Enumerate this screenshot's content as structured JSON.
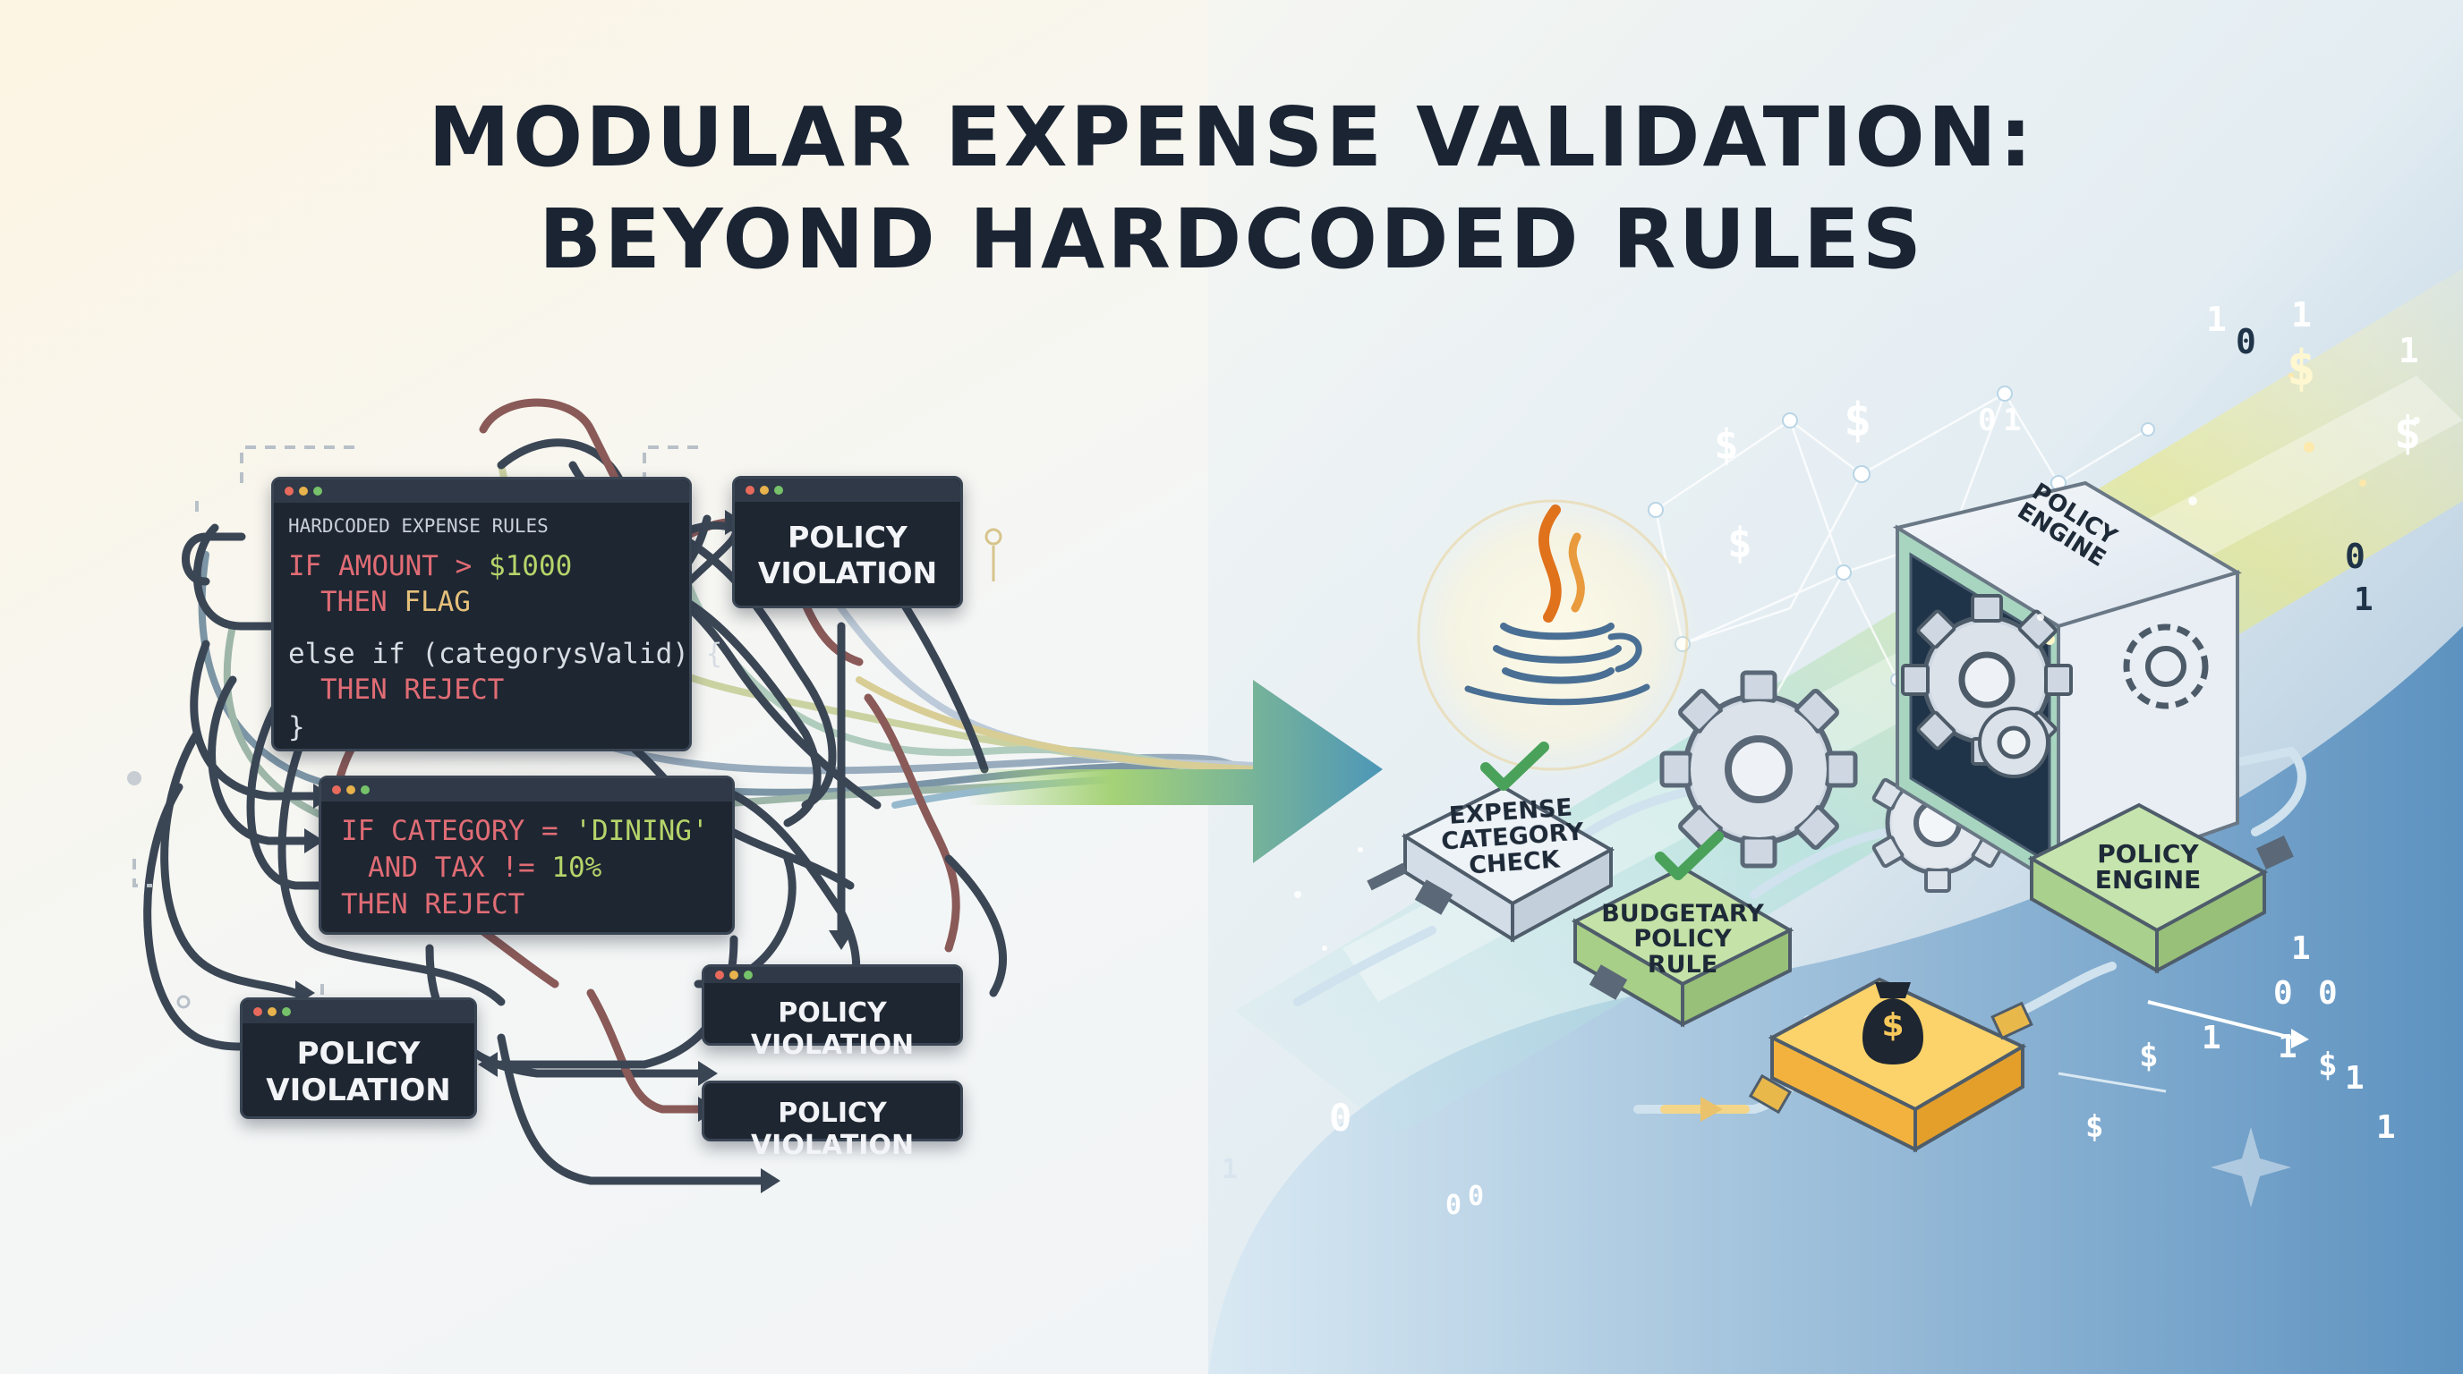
{
  "title": {
    "line1": "MODULAR EXPENSE VALIDATION:",
    "line2": "BEYOND HARDCODED RULES"
  },
  "legacy": {
    "window1": {
      "header": "HARDCODED EXPENSE RULES",
      "line1_kw": "IF AMOUNT >",
      "line1_val": " $1000",
      "line2_kw": "THEN",
      "line2_val": " FLAG",
      "line3": "else if (categorysValid) {",
      "line4_kw": "THEN REJECT",
      "line5": "}"
    },
    "window2": {
      "line1_kw": "IF CATEGORY = ",
      "line1_val": "'DINING'",
      "line2_kw": "AND TAX != ",
      "line2_val": "10%",
      "line3_kw": "THEN REJECT"
    },
    "violations": [
      "POLICY VIOLATION",
      "POLICY VIOLATION",
      "POLICY VIOLATION",
      "POLICY VIOLATION"
    ]
  },
  "modular": {
    "engine_label": "POLICY ENGINE",
    "modules": [
      "EXPENSE CATEGORY CHECK",
      "BUDGETARY POLICY RULE",
      "POLICY ENGINE"
    ],
    "money_symbol": "$",
    "icons": [
      "java-icon",
      "gear-icon",
      "checkmark-icon",
      "money-bag-icon",
      "dollar-icon",
      "sparkle-icon",
      "arrow-icon"
    ]
  },
  "decor": {
    "binary": [
      "1",
      "0",
      "1",
      "1",
      "0",
      "1",
      "0",
      "1",
      "1",
      "0",
      "0",
      "1",
      "1",
      "0",
      "1",
      "0",
      "0",
      "1",
      "1"
    ],
    "dollars": [
      "$",
      "$",
      "$",
      "$",
      "$",
      "$",
      "$",
      "$"
    ]
  },
  "colors": {
    "title": "#1a2433",
    "window_bg": "#1e2631",
    "keyword": "#e06c75",
    "value": "#b5d46a",
    "module_green": "#bfe3a8",
    "module_yellow": "#f7c85a",
    "module_blue": "#e3edf6",
    "wire_dark": "#3b4655",
    "wire_brown": "#8a5a58"
  }
}
